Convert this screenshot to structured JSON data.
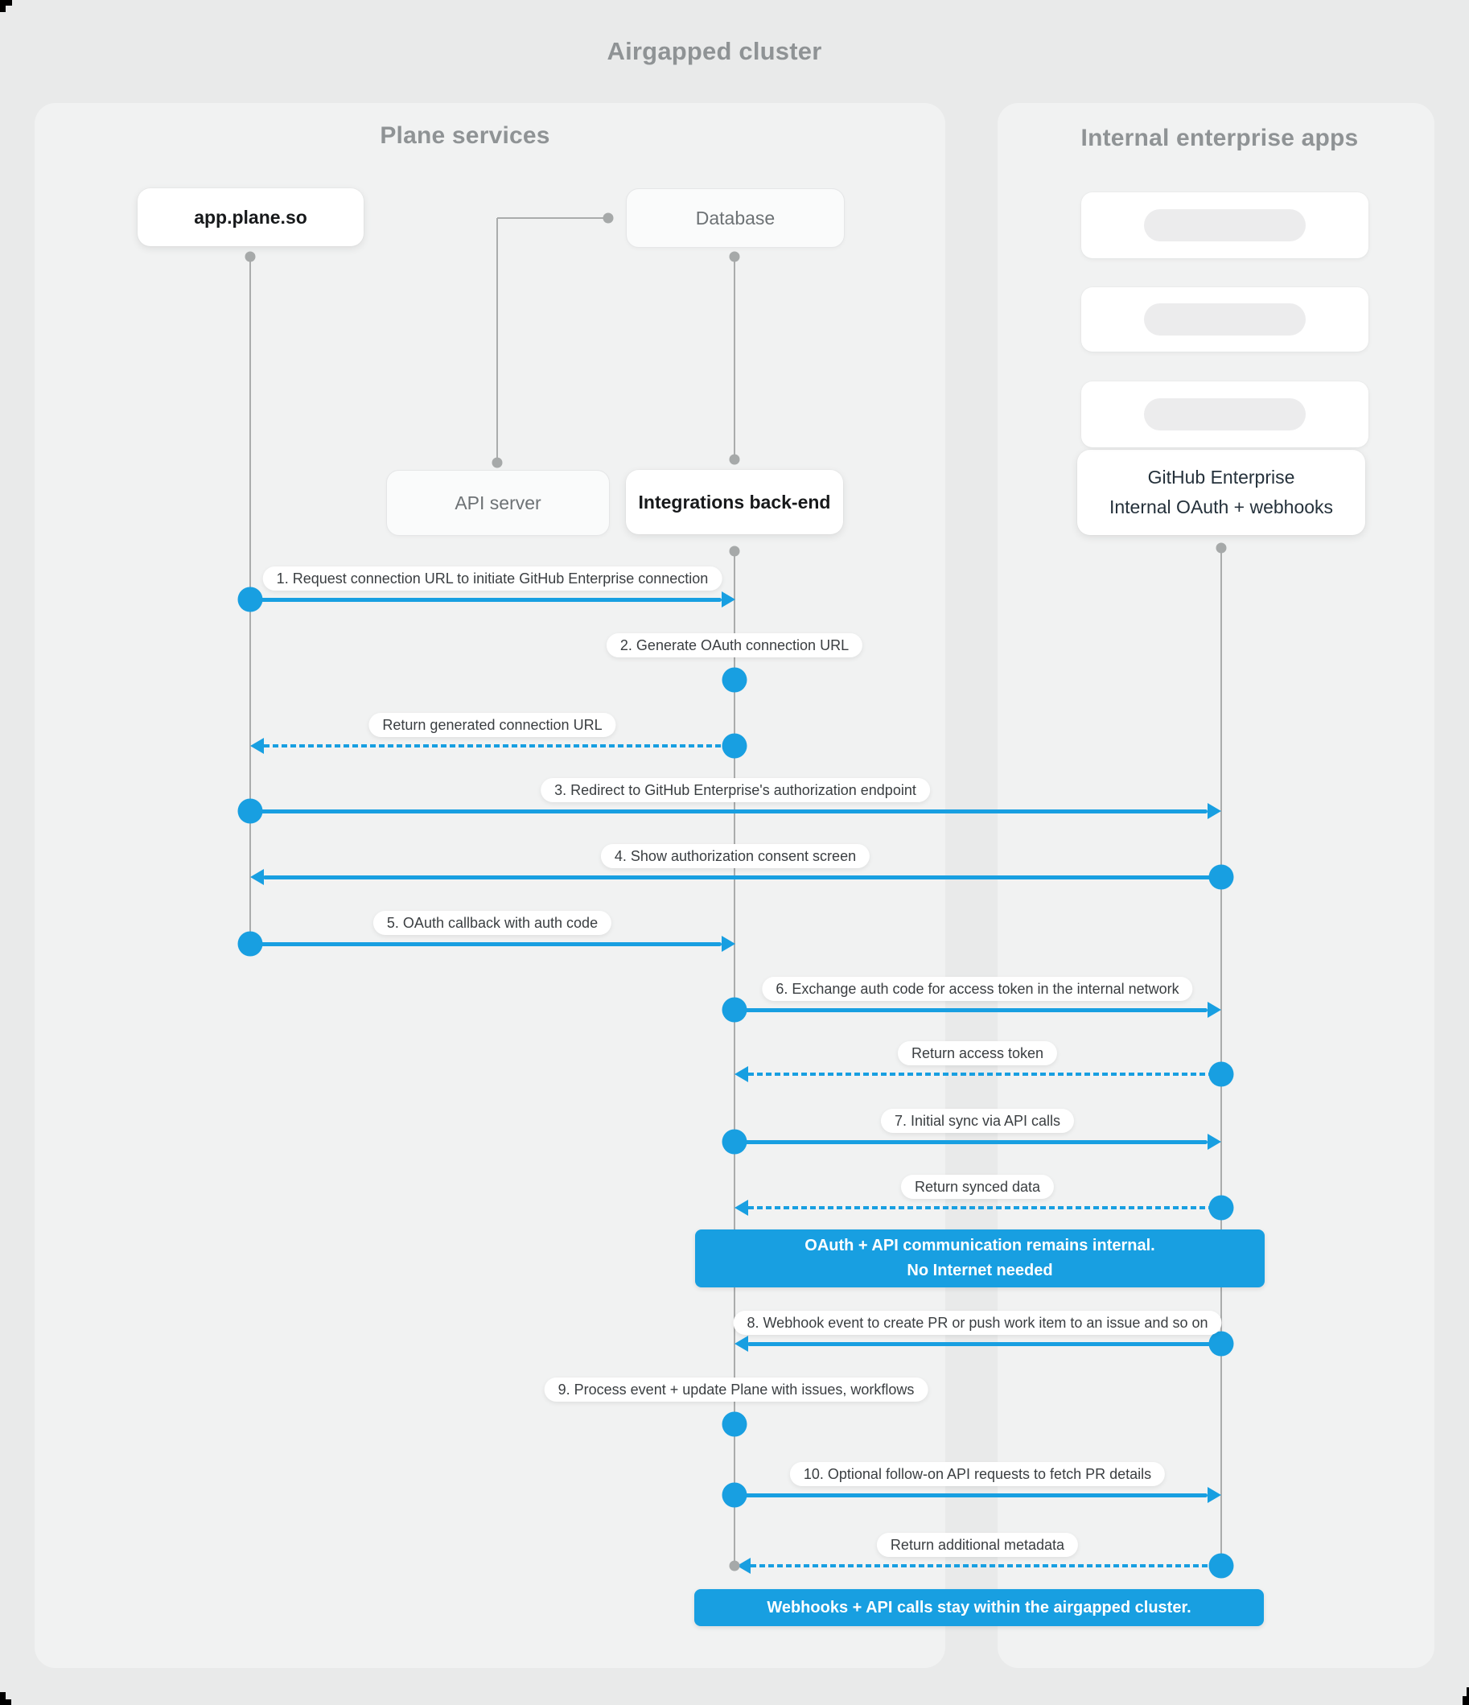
{
  "title": "Airgapped cluster",
  "panels": {
    "left": {
      "title": "Plane services"
    },
    "right": {
      "title": "Internal enterprise apps"
    }
  },
  "nodes": {
    "app": {
      "label": "app.plane.so"
    },
    "database": {
      "label": "Database"
    },
    "api": {
      "label": "API server"
    },
    "integrations": {
      "label": "Integrations back-end"
    },
    "github": {
      "line1": "GitHub Enterprise",
      "line2": "Internal OAuth + webhooks"
    }
  },
  "placeholder_app_cards": 3,
  "messages": [
    {
      "id": 1,
      "label": "1. Request connection URL to initiate GitHub Enterprise connection",
      "type": "solid",
      "from": "app.plane.so",
      "to": "Integrations back-end"
    },
    {
      "id": 2,
      "label": "2. Generate OAuth connection URL",
      "type": "self",
      "at": "Integrations back-end"
    },
    {
      "id": 3,
      "label": "Return generated connection URL",
      "type": "dashed",
      "from": "Integrations back-end",
      "to": "app.plane.so"
    },
    {
      "id": 4,
      "label": "3. Redirect to GitHub Enterprise's authorization endpoint",
      "type": "solid",
      "from": "app.plane.so",
      "to": "GitHub Enterprise"
    },
    {
      "id": 5,
      "label": "4. Show authorization consent screen",
      "type": "solid",
      "from": "GitHub Enterprise",
      "to": "app.plane.so"
    },
    {
      "id": 6,
      "label": "5. OAuth callback with auth code",
      "type": "solid",
      "from": "app.plane.so",
      "to": "Integrations back-end"
    },
    {
      "id": 7,
      "label": "6. Exchange auth code for access token in the internal network",
      "type": "solid",
      "from": "Integrations back-end",
      "to": "GitHub Enterprise"
    },
    {
      "id": 8,
      "label": "Return access token",
      "type": "dashed",
      "from": "GitHub Enterprise",
      "to": "Integrations back-end"
    },
    {
      "id": 9,
      "label": "7. Initial sync via API calls",
      "type": "solid",
      "from": "Integrations back-end",
      "to": "GitHub Enterprise"
    },
    {
      "id": 10,
      "label": "Return synced data",
      "type": "dashed",
      "from": "GitHub Enterprise",
      "to": "Integrations back-end"
    },
    {
      "id": 11,
      "label": "8. Webhook event to create PR  or push work item to an issue  and so on",
      "type": "solid",
      "from": "GitHub Enterprise",
      "to": "Integrations back-end"
    },
    {
      "id": 12,
      "label": "9. Process event + update Plane with issues, workflows",
      "type": "self",
      "at": "Integrations back-end"
    },
    {
      "id": 13,
      "label": "10. Optional follow-on API requests to fetch PR details",
      "type": "solid",
      "from": "Integrations back-end",
      "to": "GitHub Enterprise"
    },
    {
      "id": 14,
      "label": "Return additional metadata",
      "type": "dashed",
      "from": "GitHub Enterprise",
      "to": "Integrations back-end"
    }
  ],
  "banners": [
    {
      "line1": "OAuth + API communication remains internal.",
      "line2": "No Internet needed"
    },
    {
      "line1": "Webhooks + API calls stay within the airgapped cluster."
    }
  ],
  "colors": {
    "accent_blue": "#189fe1",
    "page_background": "#e9eaea",
    "panel_background": "#f1f2f2",
    "lifeline_gray": "#aaacac",
    "title_gray": "#8f9395"
  }
}
